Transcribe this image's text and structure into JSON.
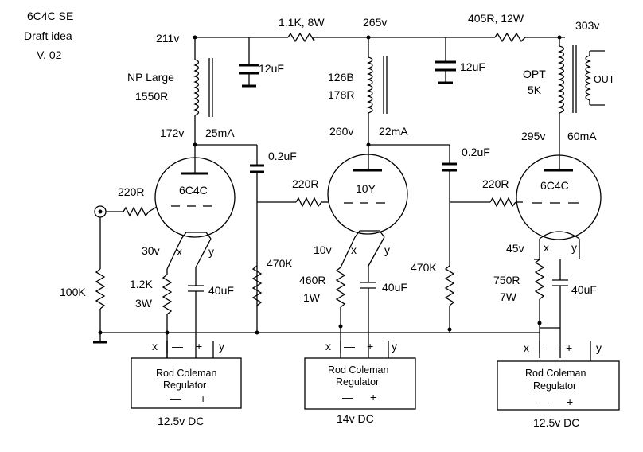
{
  "title": {
    "line1": "6C4C SE",
    "line2": "Draft idea",
    "line3": "V. 02"
  },
  "nodes": {
    "n211": "211v",
    "n265": "265v",
    "n303": "303v"
  },
  "series_parts": {
    "r1": "1.1K, 8W",
    "r2": "405R, 12W"
  },
  "supply_caps": {
    "c1": "12uF",
    "c2": "12uF"
  },
  "chokes": {
    "np_large": {
      "name": "NP Large",
      "value": "1550R"
    },
    "c126b": {
      "name": "126B",
      "value": "178R"
    }
  },
  "opt": {
    "name": "OPT",
    "value": "5K",
    "out": "OUT"
  },
  "stage1": {
    "plate_v": "172v",
    "current": "25mA",
    "coupling_cap": "0.2uF",
    "grid_r": "220R",
    "tube": "6C4C",
    "fil_v": "30v",
    "x": "x",
    "y": "y",
    "input_r": "100K",
    "fil_r": "1.2K",
    "fil_r_w": "3W",
    "fil_cap": "40uF"
  },
  "stage2": {
    "plate_v": "260v",
    "current": "22mA",
    "coupling_cap": "0.2uF",
    "grid_r": "220R",
    "tube": "10Y",
    "fil_v": "10v",
    "x": "x",
    "y": "y",
    "grid_leak": "470K",
    "fil_r": "460R",
    "fil_r_w": "1W",
    "fil_cap": "40uF"
  },
  "stage3": {
    "plate_v": "295v",
    "current": "60mA",
    "grid_r": "220R",
    "tube": "6C4C",
    "fil_v": "45v",
    "x": "x",
    "y": "y",
    "grid_leak": "470K",
    "fil_r": "750R",
    "fil_r_w": "7W",
    "fil_cap": "40uF"
  },
  "regulators": [
    {
      "x": "x",
      "minus": "—",
      "plus": "+",
      "y": "y",
      "line1": "Rod Coleman",
      "line2": "Regulator",
      "in_minus": "—",
      "in_plus": "+",
      "supply": "12.5v DC"
    },
    {
      "x": "x",
      "minus": "—",
      "plus": "+",
      "y": "y",
      "line1": "Rod Coleman",
      "line2": "Regulator",
      "in_minus": "—",
      "in_plus": "+",
      "supply": "14v DC"
    },
    {
      "x": "x",
      "minus": "—",
      "plus": "+",
      "y": "y",
      "line1": "Rod Coleman",
      "line2": "Regulator",
      "in_minus": "—",
      "in_plus": "+",
      "supply": "12.5v DC"
    }
  ]
}
